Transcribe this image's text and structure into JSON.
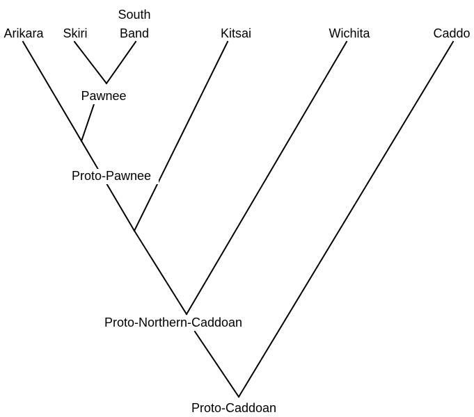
{
  "diagram": {
    "colors": {
      "line": "#000000",
      "text": "#000000",
      "background": "#ffffff"
    },
    "leaves": {
      "arikara": "Arikara",
      "skiri": "Skiri",
      "south_band_line1": "South",
      "south_band_line2": "Band",
      "kitsai": "Kitsai",
      "wichita": "Wichita",
      "caddo": "Caddo"
    },
    "internal_nodes": {
      "pawnee": "Pawnee",
      "proto_pawnee": "Proto-Pawnee",
      "proto_northern_caddoan": "Proto-Northern-Caddoan",
      "proto_caddoan": "Proto-Caddoan"
    }
  }
}
